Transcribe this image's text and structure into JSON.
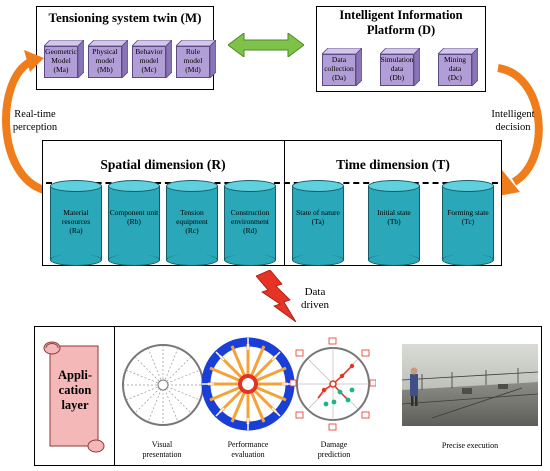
{
  "twin": {
    "title": "Tensioning system twin (M)",
    "models": [
      {
        "name": "Geometric Model",
        "code": "(Ma)"
      },
      {
        "name": "Physical model",
        "code": "(Mb)"
      },
      {
        "name": "Behavior model",
        "code": "(Mc)"
      },
      {
        "name": "Rule model",
        "code": "(Md)"
      }
    ]
  },
  "platform": {
    "title_line1": "Intelligent Information",
    "title_line2": "Platform (D)",
    "items": [
      {
        "name": "Data collection",
        "code": "(Da)"
      },
      {
        "name": "Simulation data",
        "code": "(Db)"
      },
      {
        "name": "Mining data",
        "code": "(Dc)"
      }
    ]
  },
  "left_arrow": {
    "line1": "Real-time",
    "line2": "perception"
  },
  "right_arrow": {
    "line1": "Intelligent",
    "line2": "decision"
  },
  "spatial": {
    "title": "Spatial dimension (R)",
    "items": [
      {
        "name": "Material resources",
        "code": "(Ra)"
      },
      {
        "name": "Component unit",
        "code": "(Rb)"
      },
      {
        "name": "Tension equipment",
        "code": "(Rc)"
      },
      {
        "name": "Construction environment",
        "code": "(Rd)"
      }
    ]
  },
  "time": {
    "title": "Time dimension (T)",
    "items": [
      {
        "name": "State of nature",
        "code": "(Ta)"
      },
      {
        "name": "Initial state",
        "code": "(Tb)"
      },
      {
        "name": "Forming state",
        "code": "(Tc)"
      }
    ]
  },
  "data_driven": {
    "line1": "Data",
    "line2": "driven"
  },
  "application": {
    "label_line1": "Appli-",
    "label_line2": "cation",
    "label_line3": "layer",
    "captions": [
      {
        "line1": "Visual",
        "line2": "presentation"
      },
      {
        "line1": "Performance",
        "line2": "evaluation"
      },
      {
        "line1": "Damage",
        "line2": "prediction"
      },
      {
        "line1": "Precise execution",
        "line2": ""
      }
    ]
  },
  "colors": {
    "cube": "#b29ed6",
    "cylinder": "#2aa7b8",
    "orange_arrow": "#f07d1c",
    "green_arrow": "#7ec24a",
    "lightning": "#e53325",
    "scroll": "#f5b8b8"
  }
}
